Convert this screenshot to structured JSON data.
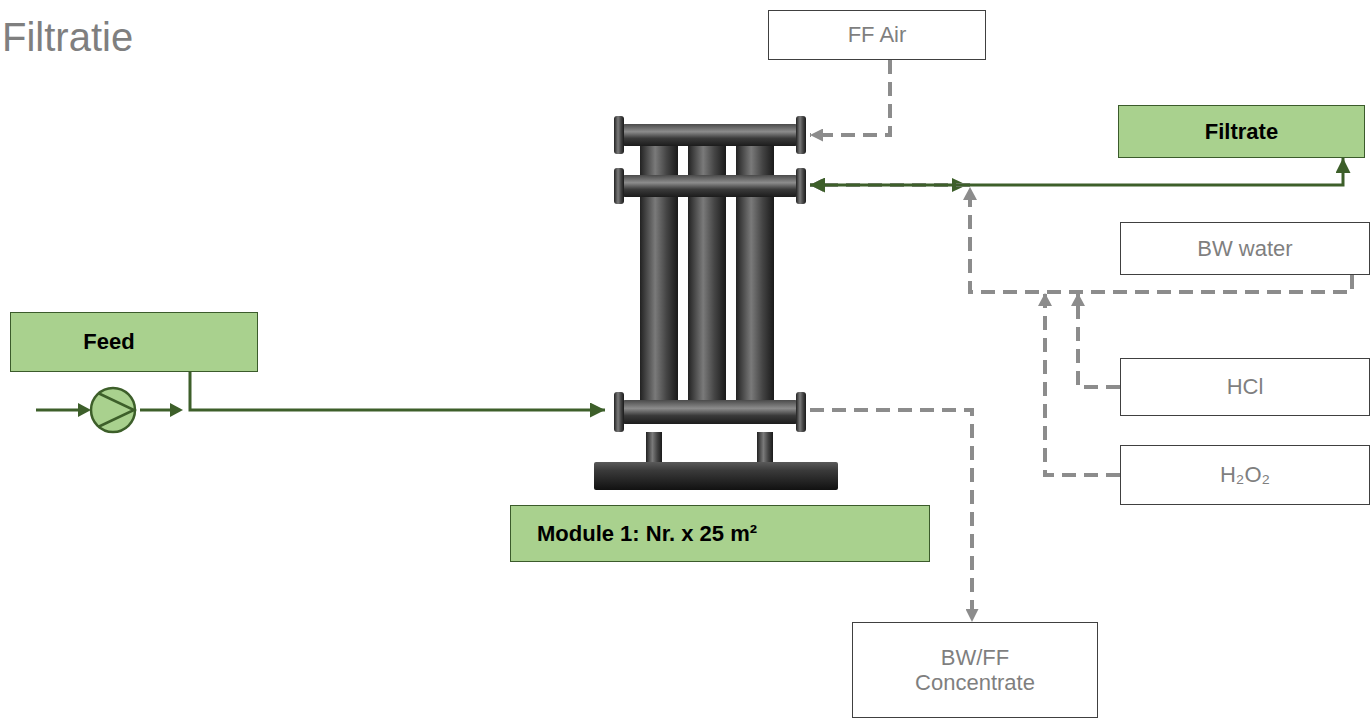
{
  "diagram": {
    "title": "Filtratie",
    "nodes": [
      {
        "text": [
          "FF Air"
        ]
      },
      {
        "text": [
          "Filtrate"
        ]
      },
      {
        "text": [
          "BW water"
        ]
      },
      {
        "text": [
          "Feed"
        ]
      },
      {
        "text": [
          "HCl"
        ]
      },
      {
        "text": [
          "H₂O₂"
        ]
      },
      {
        "text": [
          "Module 1: Nr. x 25 m²"
        ]
      },
      {
        "text": [
          "BW/FF Concentrate"
        ]
      }
    ],
    "edges": [
      {
        "from": 3,
        "to": 6,
        "arrow": "to"
      },
      {
        "from": 0,
        "to": 6,
        "arrow": "to"
      },
      {
        "from": 6,
        "to": 1,
        "arrow": "both"
      },
      {
        "from": 2,
        "to": 6,
        "arrow": "to"
      },
      {
        "from": 4,
        "to": 6,
        "arrow": "to"
      },
      {
        "from": 5,
        "to": 6,
        "arrow": "to"
      },
      {
        "from": 6,
        "to": 7,
        "arrow": "to"
      }
    ]
  }
}
